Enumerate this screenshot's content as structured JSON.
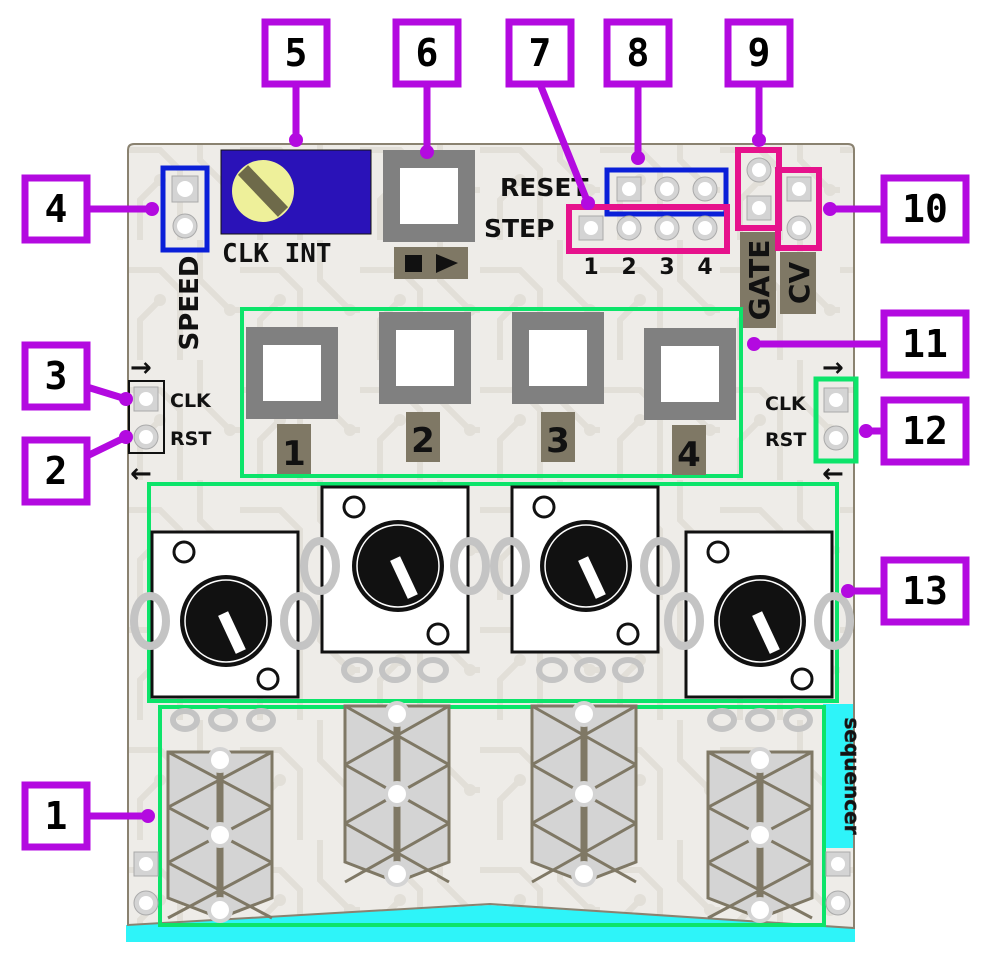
{
  "board": {
    "brand_label": "sequencer",
    "colors": {
      "pcb": "#eeece8",
      "trace": "#e2dfd8",
      "outline": "#8a8270",
      "silk_tag": "#7f7865",
      "pad": "#d4d4d4",
      "pad_ring": "#b8b8b8",
      "callout": "#b30ae0",
      "group_green": "#0ce46a",
      "group_blue": "#0a1fd8",
      "group_magenta": "#e6128c",
      "trimmer_body": "#2a12b8",
      "trimmer_screw": "#eef09a",
      "accent_cyan": "#2ef4f9"
    },
    "silkscreen": {
      "speed": "SPEED",
      "clk_int": "CLK INT",
      "reset": "RESET",
      "step": "STEP",
      "step_numbers": [
        "1",
        "2",
        "3",
        "4"
      ],
      "gate": "GATE",
      "cv": "CV",
      "left_clk": "CLK",
      "left_rst": "RST",
      "right_clk": "CLK",
      "right_rst": "RST",
      "play_stop_tag": "■ ▶",
      "button_numbers": [
        "1",
        "2",
        "3",
        "4"
      ],
      "arrow_in": "→",
      "arrow_out": "←"
    }
  },
  "callouts": [
    {
      "num": "1",
      "target": "touch pads"
    },
    {
      "num": "2",
      "target": "left RST pin"
    },
    {
      "num": "3",
      "target": "left CLK pin"
    },
    {
      "num": "4",
      "target": "speed header"
    },
    {
      "num": "5",
      "target": "CLK INT trimmer"
    },
    {
      "num": "6",
      "target": "play/stop button"
    },
    {
      "num": "7",
      "target": "step header"
    },
    {
      "num": "8",
      "target": "reset header"
    },
    {
      "num": "9",
      "target": "gate header"
    },
    {
      "num": "10",
      "target": "cv header"
    },
    {
      "num": "11",
      "target": "step buttons"
    },
    {
      "num": "12",
      "target": "right CLK/RST header"
    },
    {
      "num": "13",
      "target": "potentiometers"
    }
  ]
}
